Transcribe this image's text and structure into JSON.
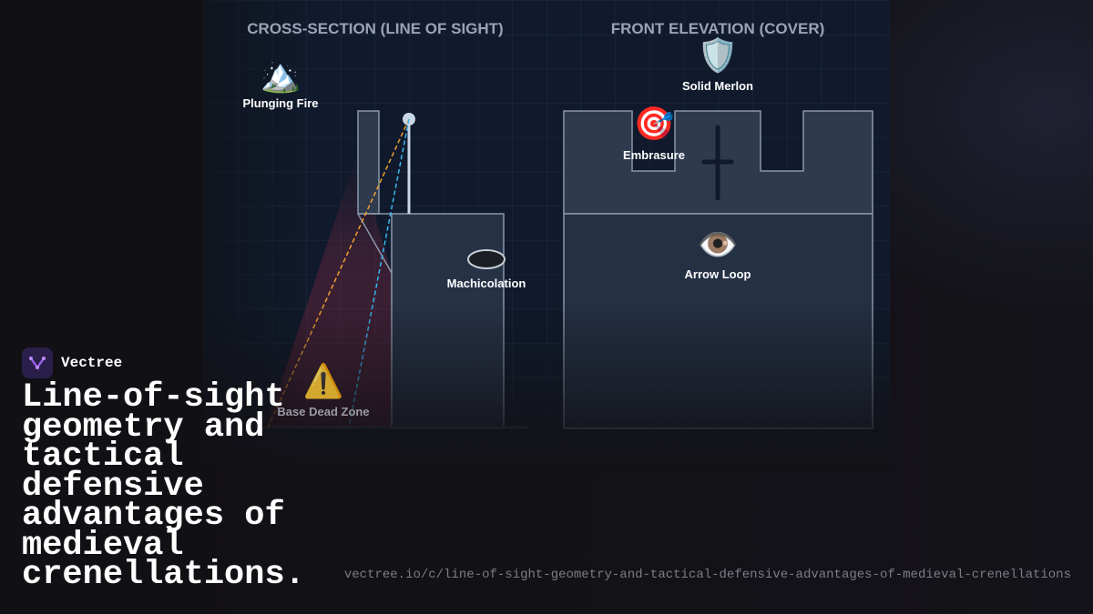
{
  "diagram": {
    "left_title": "CROSS-SECTION (LINE OF SIGHT)",
    "right_title": "FRONT ELEVATION (COVER)",
    "labels": {
      "plunging_fire": "Plunging Fire",
      "machicolation": "Machicolation",
      "base_dead_zone": "Base Dead Zone",
      "solid_merlon": "Solid Merlon",
      "embrasure": "Embrasure",
      "arrow_loop": "Arrow Loop"
    },
    "icons": {
      "plunging_fire": "mountain-icon",
      "base_dead_zone": "warning-icon",
      "solid_merlon": "shield-icon",
      "embrasure": "target-icon",
      "arrow_loop": "eye-icon"
    },
    "colors": {
      "sightline_orange": "#f0a030",
      "sightline_blue": "#38b6f0",
      "dead_zone": "#c0304a",
      "wall_fill": "#2e3b4f",
      "wall_stroke": "#8a97aa"
    }
  },
  "brand": {
    "name": "Vectree",
    "logo": "vectree-logo-icon"
  },
  "headline": "Line-of-sight geometry and tactical defensive advantages of medieval crenellations.",
  "url": "vectree.io/c/line-of-sight-geometry-and-tactical-defensive-advantages-of-medieval-crenellations"
}
